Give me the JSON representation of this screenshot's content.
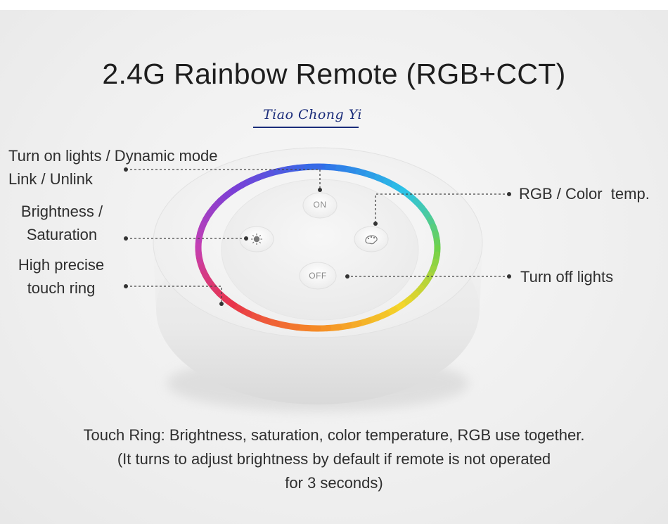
{
  "title": "2.4G Rainbow Remote (RGB+CCT)",
  "brand": {
    "text": "Tiao Chong Yi"
  },
  "labels": {
    "turn_on_line1": "Turn on lights / Dynamic mode",
    "turn_on_line2": "Link / Unlink",
    "brightness_line1": "Brightness /",
    "brightness_line2": "Saturation",
    "touch_ring_line1": "High precise",
    "touch_ring_line2": "touch ring",
    "rgb_color_temp": "RGB / Color  temp.",
    "turn_off": "Turn off lights"
  },
  "remote": {
    "on_button_label": "ON",
    "off_button_label": "OFF",
    "brightness_icon": "sun-icon",
    "color_icon": "palette-icon"
  },
  "footer": {
    "line1": "Touch Ring: Brightness, saturation, color temperature, RGB use together.",
    "line2": "(It turns to adjust brightness by default if remote is not operated",
    "line3": "for 3 seconds)"
  },
  "colors": {
    "ring_violet": "#7a3fd6",
    "ring_blue": "#2f6fe8",
    "ring_cyan": "#2cc3e6",
    "ring_green": "#6fd24a",
    "ring_yellow": "#f4d52b",
    "ring_orange": "#f58a26",
    "ring_red": "#e8344b",
    "ring_magenta": "#c43fb3",
    "brand": "#1a2c7a"
  }
}
